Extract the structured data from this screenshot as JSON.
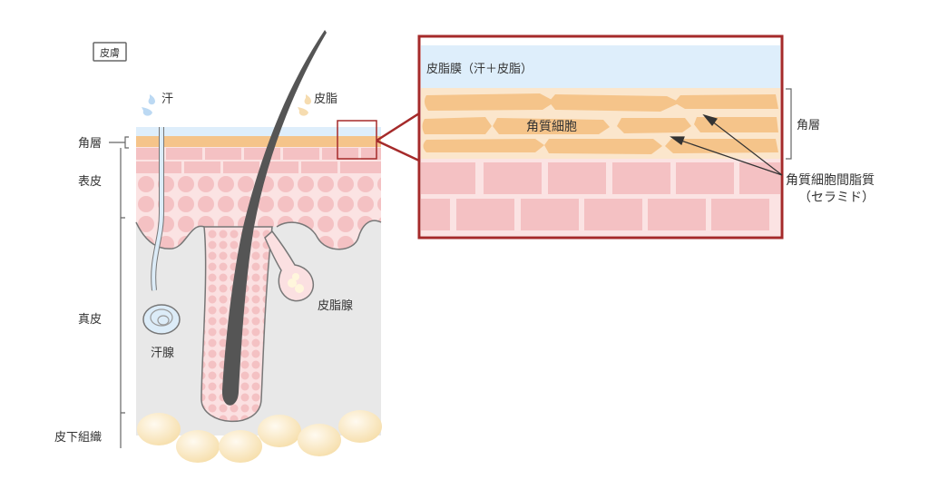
{
  "title_box": "皮膚",
  "labels": {
    "sweat": "汗",
    "sebum": "皮脂",
    "stratum_corneum": "角層",
    "epidermis": "表皮",
    "dermis": "真皮",
    "subcutis": "皮下組織",
    "sweat_gland": "汗腺",
    "sebaceous_gland": "皮脂腺"
  },
  "zoom": {
    "film": "皮脂膜（汗＋皮脂）",
    "corneocyte": "角質細胞",
    "stratum_corneum": "角層",
    "lipid": "角質細胞間脂質",
    "lipid_sub": "（セラミド）"
  },
  "colors": {
    "film": "#deeefb",
    "corneum": "#f5c48a",
    "epidermis": "#f6c6c8",
    "dermis": "#e8e8e8",
    "hair": "#555555",
    "callout": "#a52a2a",
    "fat": "#fbe6bf"
  }
}
